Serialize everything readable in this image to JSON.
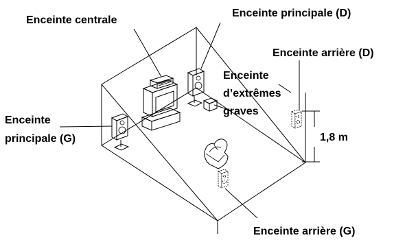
{
  "labels": {
    "center": "Enceinte centrale",
    "front_right": "Enceinte principale (D)",
    "rear_right": "Enceinte arrière (D)",
    "subwoofer_line1": "Enceinte",
    "subwoofer_line2": "d’extrêmes",
    "subwoofer_line3": "graves",
    "front_left_line1": "Enceinte",
    "front_left_line2": "principale (G)",
    "height": "1,8 m",
    "rear_left": "Enceinte arrière (G)"
  }
}
